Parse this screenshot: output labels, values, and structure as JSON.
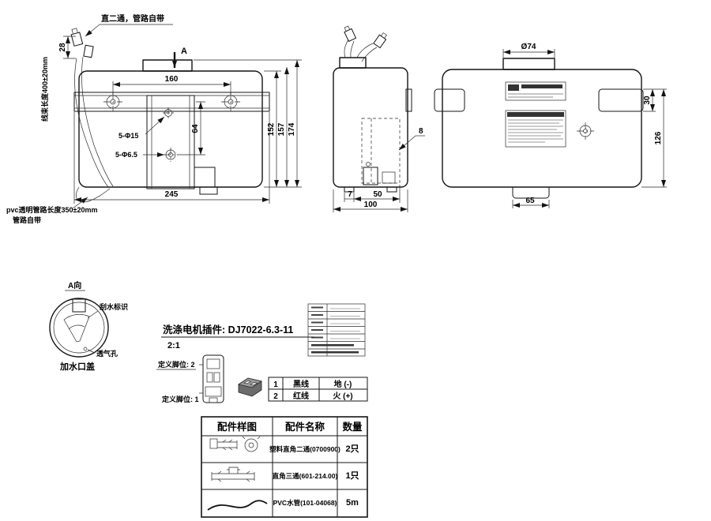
{
  "front_view": {
    "callout_fitting": "直二通，管路自带",
    "harness_length": "线束长度400±20mm",
    "pvc_note_line1": "pvc透明管路长度350±20mm",
    "pvc_note_line2": "管路自带",
    "section_label": "A",
    "dim_28": "28",
    "dim_160": "160",
    "dim_64": "64",
    "dim_245": "245",
    "dim_152": "152",
    "dim_157": "157",
    "dim_174": "174",
    "holes_15": "5-Φ15",
    "holes_6_5": "5-Φ6.5"
  },
  "side_view": {
    "callout_8": "8",
    "dim_7": "7",
    "dim_50": "50",
    "dim_100": "100"
  },
  "rear_view": {
    "dim_phi74": "Ø74",
    "dim_30": "30",
    "dim_126": "126",
    "dim_65": "65"
  },
  "cap_detail": {
    "view_label": "A向",
    "wiper_mark_label": "刮水标识",
    "vent_hole_label": "透气孔",
    "caption": "加水口盖"
  },
  "connector_detail": {
    "title": "洗涤电机插件: DJ7022-6.3-11",
    "scale": "2:1",
    "pin_def_2": "定义脚位: 2",
    "pin_def_1": "定义脚位: 1"
  },
  "pin_table": {
    "rows": [
      {
        "no": "1",
        "wire": "黑线",
        "signal": "地 (-)"
      },
      {
        "no": "2",
        "wire": "红线",
        "signal": "火 (+)"
      }
    ]
  },
  "parts_table": {
    "headers": [
      "配件样图",
      "配件名称",
      "数量"
    ],
    "rows": [
      {
        "name": "塑料直角二通(0700900)",
        "qty": "2只"
      },
      {
        "name": "直角三通(601-214.00)",
        "qty": "1只"
      },
      {
        "name": "PVC水管(101-04068)",
        "qty": "5m"
      }
    ]
  }
}
